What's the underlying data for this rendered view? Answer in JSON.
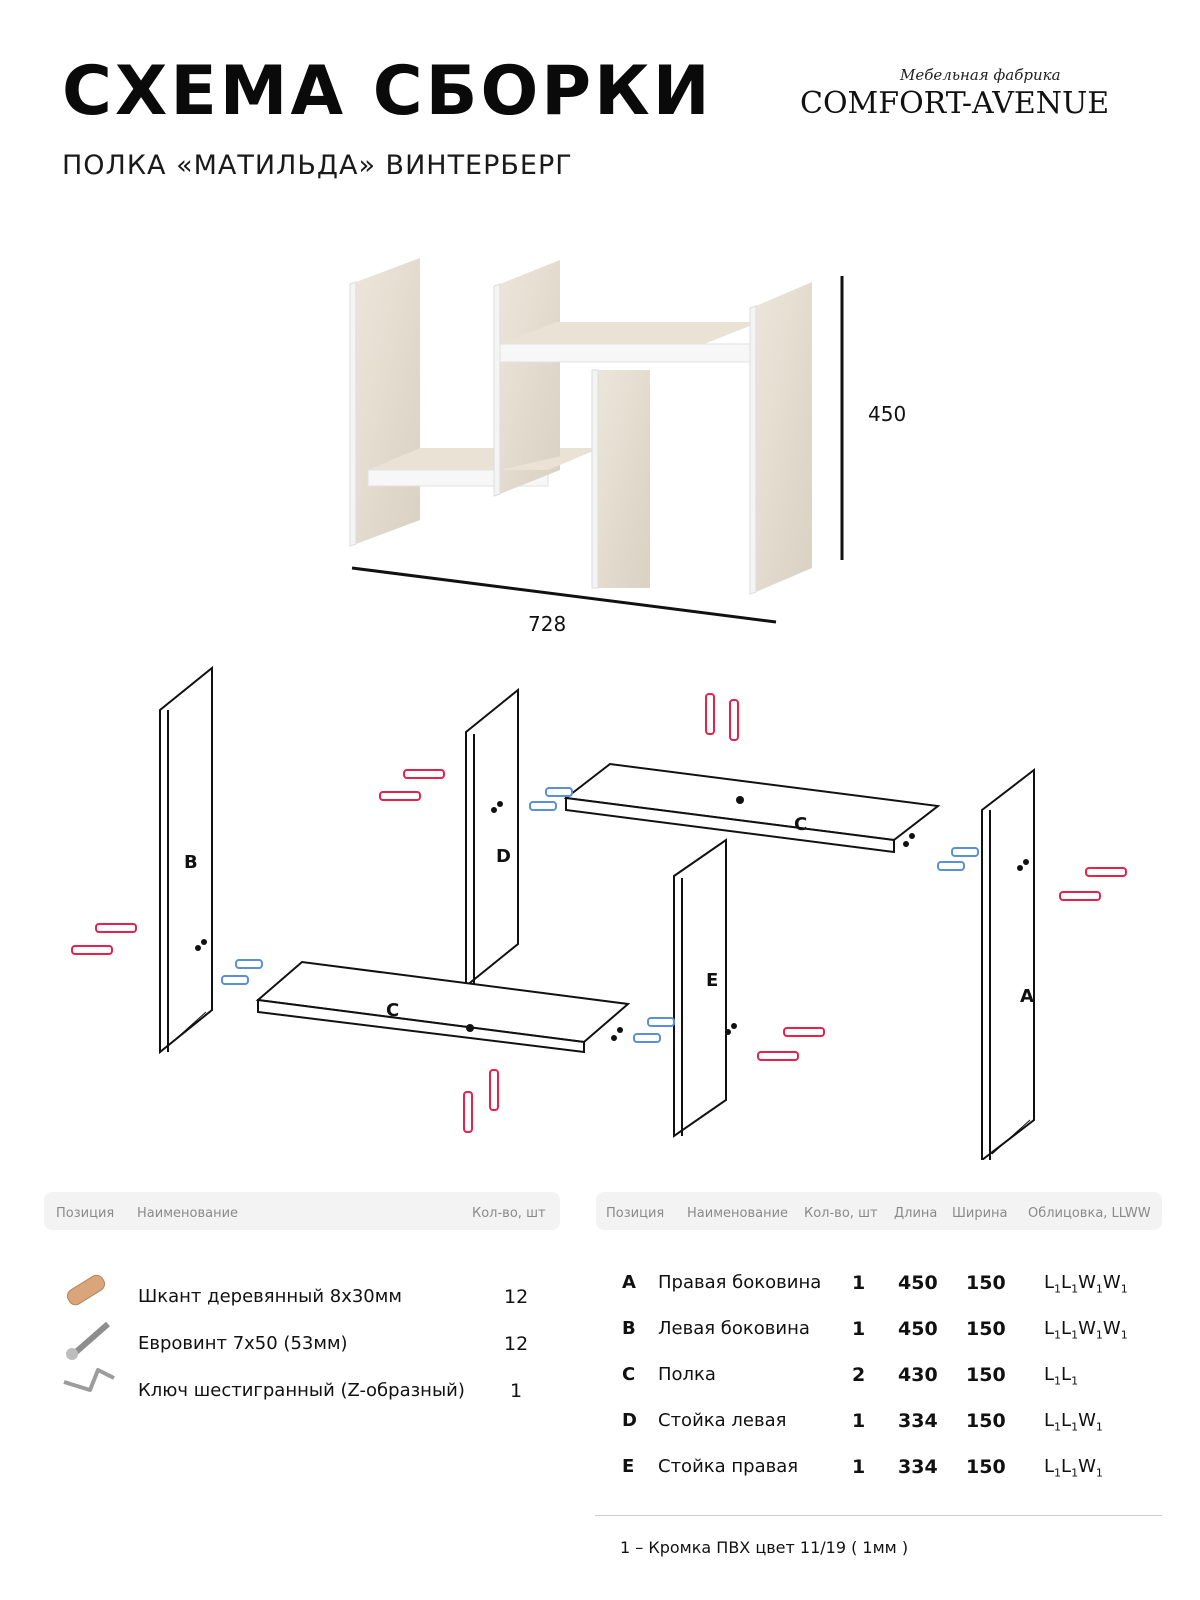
{
  "header": {
    "title": "СХЕМА СБОРКИ",
    "subtitle": "ПОЛКА «МАТИЛЬДА» ВИНТЕРБЕРГ",
    "brand_tagline": "Мебельная фабрика",
    "brand_name": "COMFORT-AVENUE"
  },
  "dimensions": {
    "width": "728",
    "height": "450"
  },
  "panels": {
    "a": "A",
    "b": "B",
    "c1": "C",
    "c2": "C",
    "d": "D",
    "e": "E"
  },
  "colors": {
    "dowel": "#e8204a",
    "screw": "#5a8fd9",
    "wood": "#e6e0d4",
    "edge": "#111111"
  },
  "hardware_table": {
    "headers": [
      "Позиция",
      "Наименование",
      "Кол-во, шт"
    ],
    "rows": [
      {
        "icon": "wooden-dowel-icon",
        "name": "Шкант деревянный 8х30мм",
        "qty": "12"
      },
      {
        "icon": "euro-screw-icon",
        "name": "Евровинт 7х50 (53мм)",
        "qty": "12"
      },
      {
        "icon": "hex-key-icon",
        "name": "Ключ шестигранный (Z-образный)",
        "qty": "1"
      }
    ]
  },
  "parts_table": {
    "headers": [
      "Позиция",
      "Наименование",
      "Кол-во, шт",
      "Длина",
      "Ширина",
      "Облицовка, LLWW"
    ],
    "rows": [
      {
        "pos": "A",
        "name": "Правая боковина",
        "qty": "1",
        "length": "450",
        "width": "150",
        "edging": [
          "L",
          "L",
          "W",
          "W"
        ]
      },
      {
        "pos": "B",
        "name": "Левая боковина",
        "qty": "1",
        "length": "450",
        "width": "150",
        "edging": [
          "L",
          "L",
          "W",
          "W"
        ]
      },
      {
        "pos": "C",
        "name": "Полка",
        "qty": "2",
        "length": "430",
        "width": "150",
        "edging": [
          "L",
          "L"
        ]
      },
      {
        "pos": "D",
        "name": "Стойка левая",
        "qty": "1",
        "length": "334",
        "width": "150",
        "edging": [
          "L",
          "L",
          "W"
        ]
      },
      {
        "pos": "E",
        "name": "Стойка правая",
        "qty": "1",
        "length": "334",
        "width": "150",
        "edging": [
          "L",
          "L",
          "W"
        ]
      }
    ],
    "edging_subscript": "1"
  },
  "footnote": "1 – Кромка ПВХ цвет 11/19 ( 1мм )"
}
